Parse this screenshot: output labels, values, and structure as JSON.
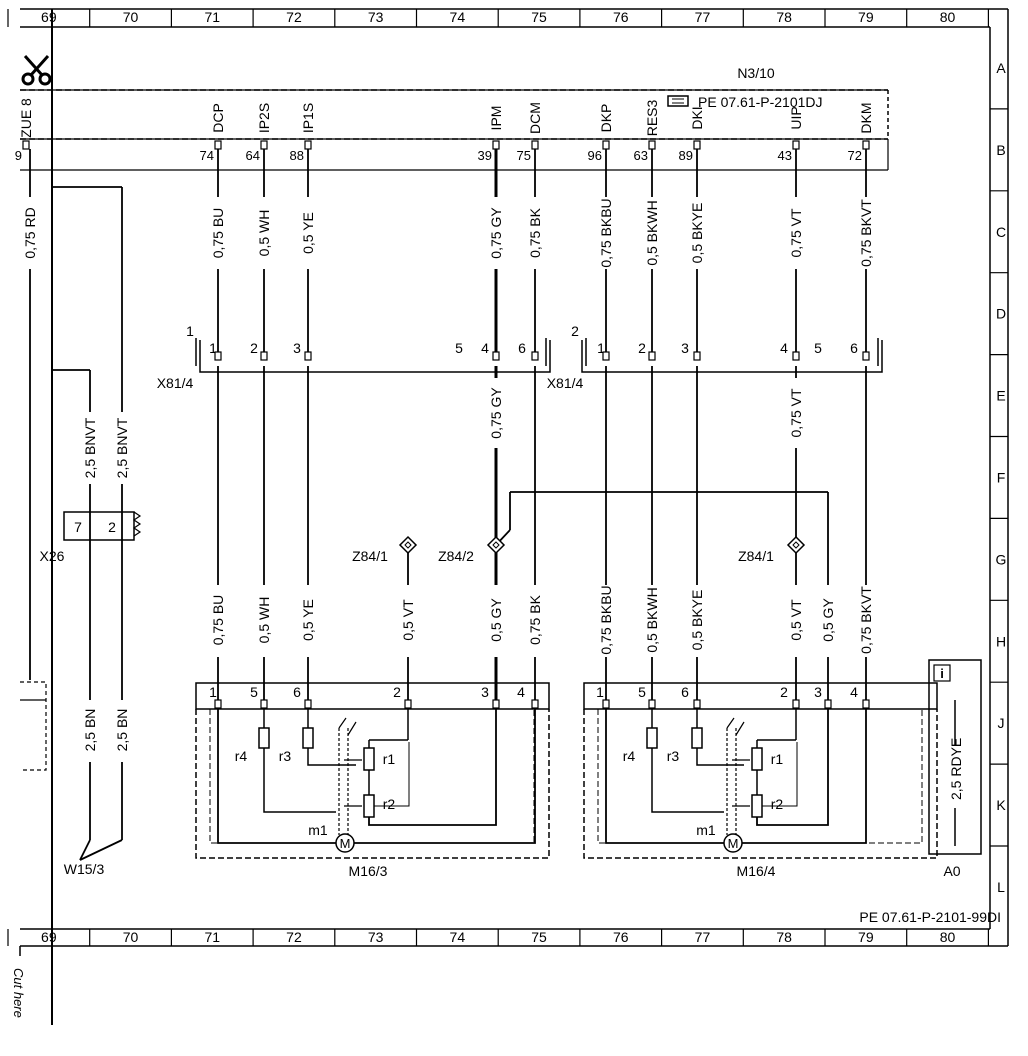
{
  "grid_columns": [
    "69",
    "70",
    "71",
    "72",
    "73",
    "74",
    "75",
    "76",
    "77",
    "78",
    "79",
    "80"
  ],
  "grid_rows": [
    "A",
    "B",
    "C",
    "D",
    "E",
    "F",
    "G",
    "H",
    "J",
    "K",
    "L"
  ],
  "module": {
    "name": "N3/10",
    "ref": "PE 07.61-P-2101DJ",
    "pins": [
      {
        "name": "ZUE 8",
        "num": "9"
      },
      {
        "name": "DCP",
        "num": "74"
      },
      {
        "name": "IP2S",
        "num": "64"
      },
      {
        "name": "IP1S",
        "num": "88"
      },
      {
        "name": "IPM",
        "num": "39"
      },
      {
        "name": "DCM",
        "num": "75"
      },
      {
        "name": "DKP",
        "num": "96"
      },
      {
        "name": "RES3",
        "num": "63"
      },
      {
        "name": "DKI",
        "num": "89"
      },
      {
        "name": "UIP",
        "num": "43"
      },
      {
        "name": "DKM",
        "num": "72"
      }
    ]
  },
  "wires_upper": [
    "0,75 RD",
    "0,75 BU",
    "0,5 WH",
    "0,5 YE",
    "0,75 GY",
    "0,75 BK",
    "0,75 BKBU",
    "0,5 BKWH",
    "0,5 BKYE",
    "0,75 VT",
    "0,75 BKVT"
  ],
  "connector_x81": {
    "label": "X81/4",
    "left": {
      "id": "1",
      "pins": [
        "1",
        "2",
        "3",
        "5",
        "4",
        "6"
      ]
    },
    "right": {
      "id": "2",
      "pins": [
        "1",
        "2",
        "3",
        "4",
        "5",
        "6"
      ]
    }
  },
  "wires_mid": [
    "0,75 GY",
    "0,75 VT"
  ],
  "x26": {
    "label": "X26",
    "pins": [
      "7",
      "2"
    ],
    "wires": [
      "2,5 BNVT",
      "2,5 BNVT"
    ]
  },
  "splices": [
    "Z84/1",
    "Z84/2",
    "Z84/1"
  ],
  "wires_lower_left": [
    "0,75 BU",
    "0,5 WH",
    "0,5 YE",
    "0,5 VT",
    "0,5 GY",
    "0,75 BK"
  ],
  "wires_lower_right": [
    "0,75 BKBU",
    "0,5 BKWH",
    "0,5 BKYE",
    "0,5 VT",
    "0,5 GY",
    "0,75 BKVT"
  ],
  "wires_bn": [
    "2,5 BN",
    "2,5 BN"
  ],
  "w15": "W15/3",
  "actuator_left": {
    "name": "M16/3",
    "pins": [
      "1",
      "5",
      "6",
      "2",
      "3",
      "4"
    ]
  },
  "actuator_right": {
    "name": "M16/4",
    "pins": [
      "1",
      "5",
      "6",
      "2",
      "3",
      "4"
    ]
  },
  "internal": {
    "r4": "r4",
    "r3": "r3",
    "r1": "r1",
    "r2": "r2",
    "m1": "m1",
    "m": "M"
  },
  "a0": {
    "label": "A0",
    "wire": "2,5 RDYE",
    "icon": "i"
  },
  "footer_ref": "PE 07.61-P-2101-99DI",
  "cut_text": "Cut here"
}
